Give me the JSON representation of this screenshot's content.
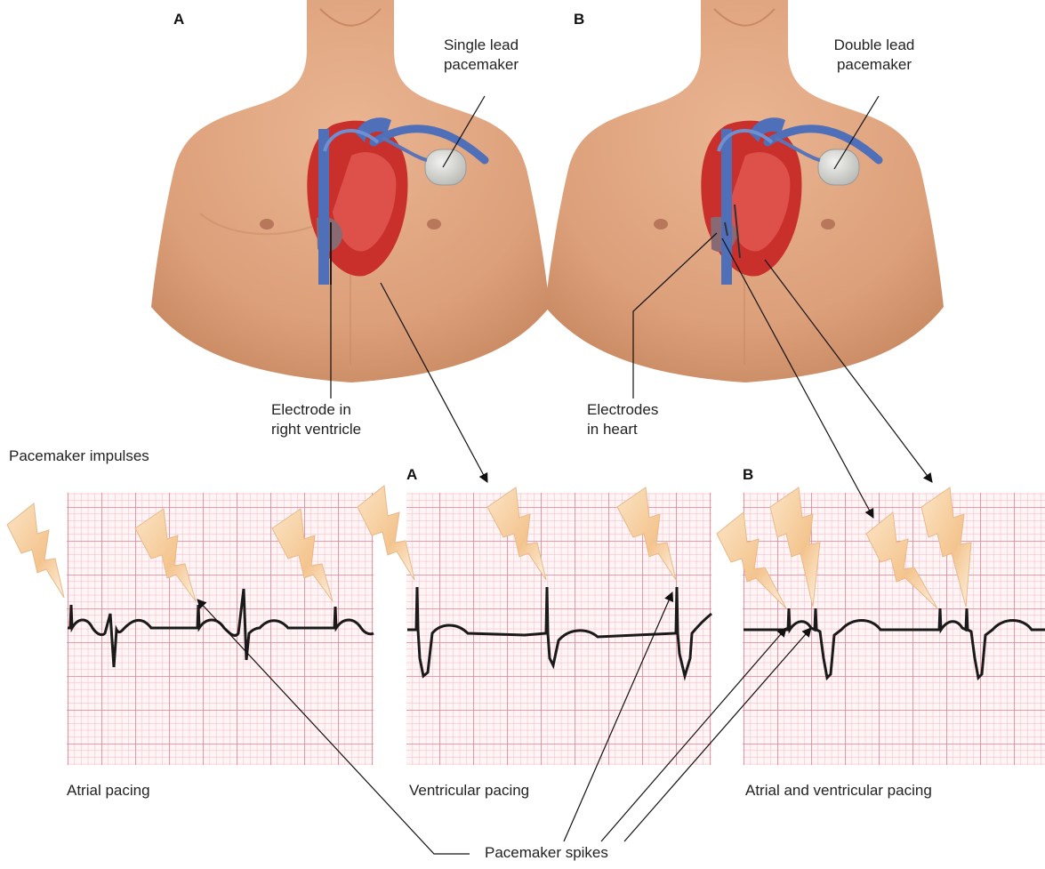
{
  "panels": {
    "top_a": "A",
    "top_b": "B",
    "strip_a": "A",
    "strip_b": "B"
  },
  "labels": {
    "single_lead": "Single lead\npacemaker",
    "double_lead": "Double lead\npacemaker",
    "electrode_rv": "Electrode in\nright ventricle",
    "electrodes_heart": "Electrodes\nin heart",
    "pacemaker_impulses": "Pacemaker impulses",
    "atrial_pacing": "Atrial pacing",
    "ventricular_pacing": "Ventricular pacing",
    "av_pacing": "Atrial and ventricular pacing",
    "pacemaker_spikes": "Pacemaker spikes"
  },
  "colors": {
    "skin": "#e3ab85",
    "skin_shadow": "#c98a63",
    "heart": "#c9302c",
    "vessel": "#4f6fb8",
    "device": "#d9d9d6",
    "grid_minor": "#f6b6bf",
    "grid_major": "#e98594",
    "trace": "#1a1a1a",
    "bolt": "#f7d3a6"
  }
}
